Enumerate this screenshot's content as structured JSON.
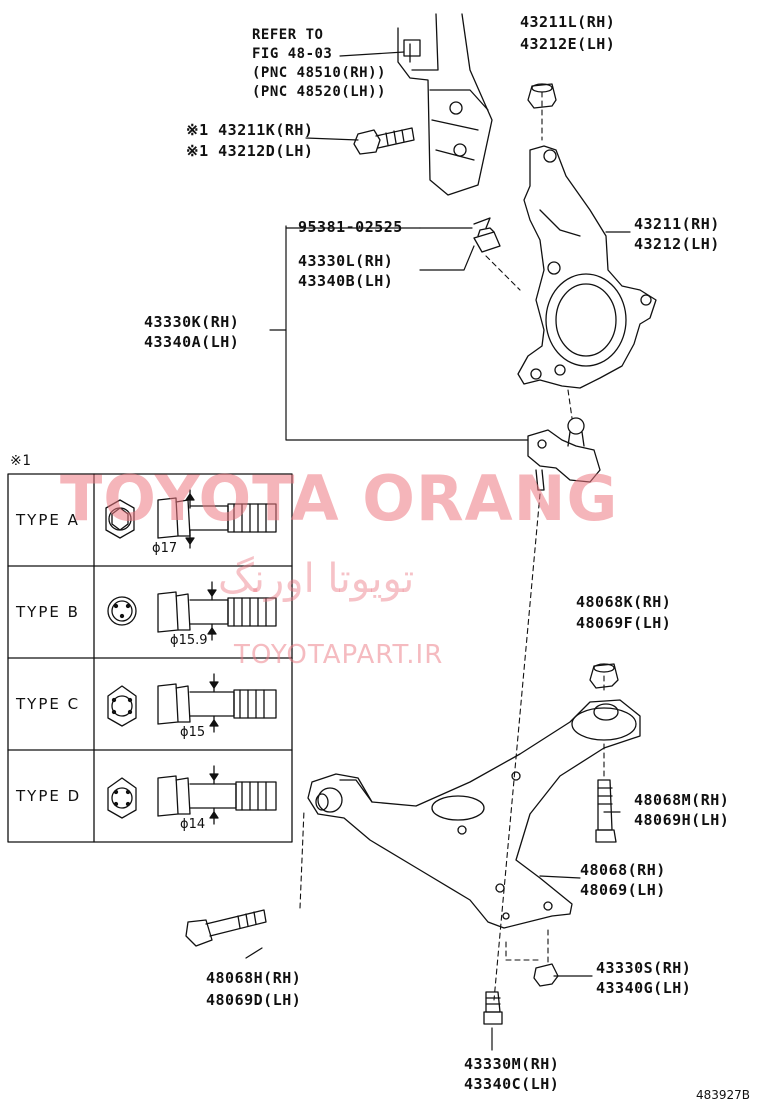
{
  "refer": {
    "line1": "REFER TO",
    "line2": "FIG 48-03",
    "line3": "(PNC 48510(RH))",
    "line4": "(PNC 48520(LH))"
  },
  "parts": {
    "p43211L": "43211L(RH)",
    "p43212E": "43212E(LH)",
    "p43211K": "※1 43211K(RH)",
    "p43212D": "※1 43212D(LH)",
    "p95381": "95381-02525",
    "p43330L": "43330L(RH)",
    "p43340B": "43340B(LH)",
    "p43211": "43211(RH)",
    "p43212": "43212(LH)",
    "p43330K": "43330K(RH)",
    "p43340A": "43340A(LH)",
    "p48068K": "48068K(RH)",
    "p48069F": "48069F(LH)",
    "p48068M": "48068M(RH)",
    "p48069H": "48069H(LH)",
    "p48068": "48068(RH)",
    "p48069": "48069(LH)",
    "p48068H": "48068H(RH)",
    "p48069D": "48069D(LH)",
    "p43330S": "43330S(RH)",
    "p43340G": "43340G(LH)",
    "p43330M": "43330M(RH)",
    "p43340C": "43340C(LH)"
  },
  "note_mark": "※1",
  "types": [
    {
      "label": "TYPE A",
      "diameter": "ϕ17"
    },
    {
      "label": "TYPE B",
      "diameter": "ϕ15.9"
    },
    {
      "label": "TYPE C",
      "diameter": "ϕ15"
    },
    {
      "label": "TYPE D",
      "diameter": "ϕ14"
    }
  ],
  "watermark": {
    "line1": "TOYOTA ORANG",
    "line2": "تویوتا اورنگ",
    "line3": "TOYOTAPART.IR"
  },
  "figure_number": "483927B",
  "colors": {
    "line": "#111111",
    "watermark": "#ec7882"
  }
}
